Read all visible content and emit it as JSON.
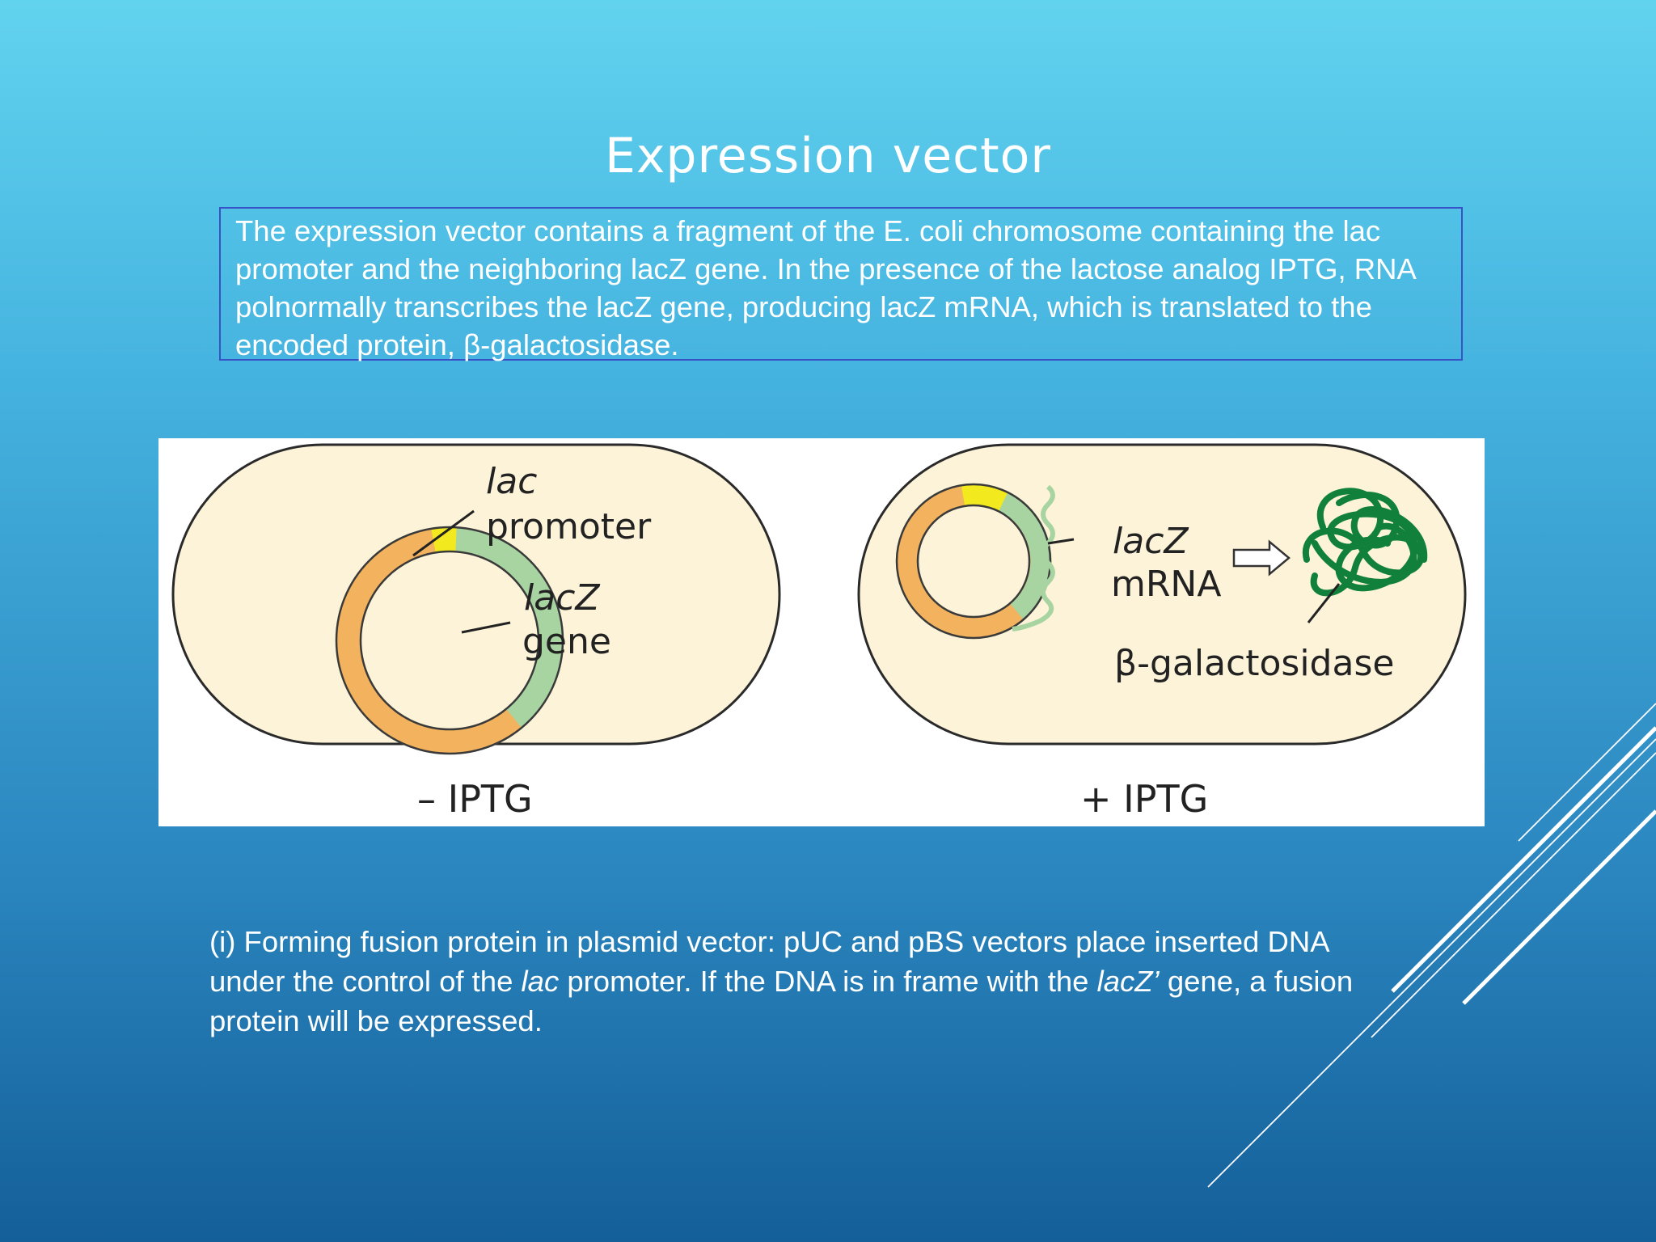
{
  "slide": {
    "title": "Expression vector",
    "intro_text": "The expression vector contains a fragment of the E. coli chromosome containing the lac promoter and the neighboring lacZ gene. In the presence of the lactose analog IPTG, RNA polnormally transcribes the lacZ gene, producing lacZ mRNA, which is translated to the encoded protein, β-galactosidase.",
    "caption": {
      "part1": "(i) Forming fusion protein in plasmid vector:  pUC and pBS vectors place inserted DNA under the control of the ",
      "italic1": "lac",
      "part2": " promoter.  If the DNA is in frame with the ",
      "italic2": "lacZ’",
      "part3": " gene, a fusion protein will be expressed."
    }
  },
  "figure": {
    "left_panel": {
      "label_lac": "lac",
      "label_promoter": "promoter",
      "label_lacz": "lacZ",
      "label_gene": "gene",
      "condition": "– IPTG"
    },
    "right_panel": {
      "label_lacz": "lacZ",
      "label_mrna": "mRNA",
      "label_protein": "β-galactosidase",
      "condition": "+ IPTG"
    }
  },
  "colors": {
    "cell_fill": "#fcf3d8",
    "plasmid_orange": "#f2b25e",
    "plasmid_green": "#a8d4a2",
    "promoter_yellow": "#f2ea1e",
    "protein_green": "#11803a"
  }
}
